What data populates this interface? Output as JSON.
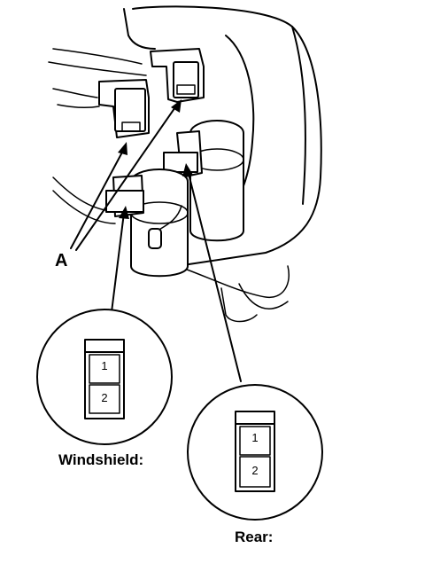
{
  "callout": {
    "label": "A"
  },
  "connectors": {
    "windshield": {
      "label": "Windshield:",
      "pins": [
        "1",
        "2"
      ]
    },
    "rear": {
      "label": "Rear:",
      "pins": [
        "1",
        "2"
      ]
    }
  }
}
